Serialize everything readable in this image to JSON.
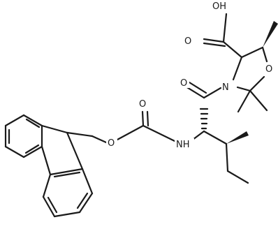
{
  "structure": {
    "atoms": {
      "oh": "OH",
      "carbonyl_o_acid": "O",
      "ring_o": "O",
      "ring_n": "N",
      "amide_o": "O",
      "carbamate_o_double": "O",
      "carbamate_o_ester": "O",
      "nh": "NH"
    }
  }
}
